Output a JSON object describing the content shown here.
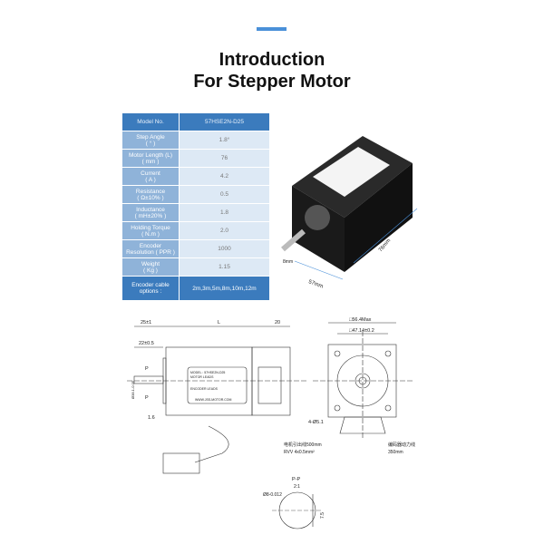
{
  "title": {
    "line1": "Introduction",
    "line2": "For Stepper Motor"
  },
  "accent": "#4a90d9",
  "specs": {
    "header": {
      "label": "Model No.",
      "value": "57HSE2N-D25"
    },
    "rows": [
      {
        "label": "Step Angle",
        "unit": "( ° )",
        "value": "1.8°"
      },
      {
        "label": "Motor Length (L)",
        "unit": "( mm )",
        "value": "76"
      },
      {
        "label": "Current",
        "unit": "( A )",
        "value": "4.2"
      },
      {
        "label": "Resistance",
        "unit": "( Ω±10% )",
        "value": "0.5"
      },
      {
        "label": "Inductance",
        "unit": "( mH±20% )",
        "value": "1.8"
      },
      {
        "label": "Holding Torque",
        "unit": "( N.m )",
        "value": "2.0"
      },
      {
        "label": "Encoder",
        "unit": "Resolution ( PPR )",
        "value": "1000"
      },
      {
        "label": "Weight",
        "unit": "( Kg )",
        "value": "1.15"
      }
    ],
    "footer": {
      "label": "Encoder cable",
      "unit": "options :",
      "value": "2m,3m,5m,8m,10m,12m"
    }
  },
  "photo_dims": {
    "length": "76mm",
    "width": "57mm",
    "shaft": "8mm"
  },
  "drawing": {
    "d1": "25±1",
    "d2": "L",
    "d3": "20",
    "d4": "22±0.5",
    "d5": "1.6",
    "d6": "Ø38.1-0.05",
    "p": "P",
    "sq1": "□56.4Max",
    "sq2": "□47.14±0.2",
    "holes": "4-Ø5.1",
    "label_model": "MODEL : 57HSE2N-D25",
    "label_leads": "MOTOR LEADS",
    "label_enc": "ENCODER LEADS",
    "label_web": "WWW.JSS-MOTOR.COM",
    "cable1a": "电机引出线500mm",
    "cable1b": "RVV 4x0.5mm²",
    "cable2a": "编码器动力线",
    "cable2b": "350mm",
    "section": "P-P",
    "scale": "2:1",
    "shaft_d": "Ø8-0.012",
    "flat": "7.5"
  }
}
